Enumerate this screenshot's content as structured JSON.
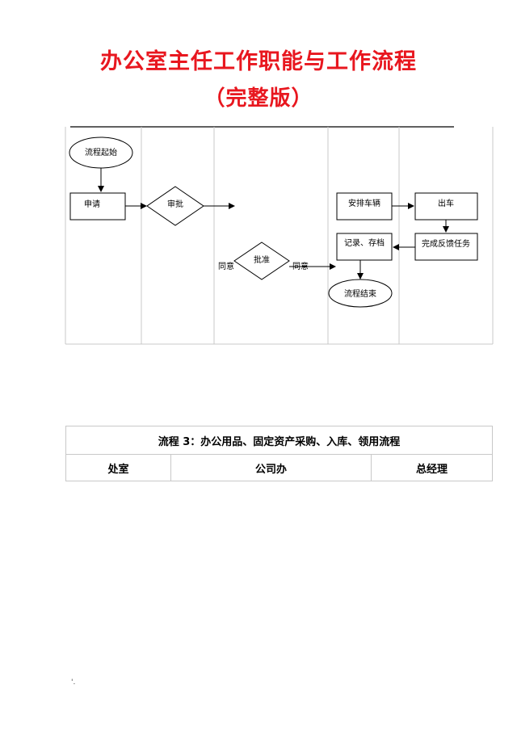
{
  "document": {
    "title_line1": "办公室主任工作职能与工作流程",
    "title_line2": "（完整版）"
  },
  "flowchart": {
    "nodes": {
      "start": "流程起始",
      "apply": "申请",
      "review": "审批",
      "approve": "批准",
      "arrange": "安排车辆",
      "dispatch": "出车",
      "feedback": "完成反馈任务",
      "record": "记录、存档",
      "end": "流程结束"
    },
    "edge_labels": {
      "agree_left": "同意",
      "agree_right": "同意"
    }
  },
  "process3_table": {
    "caption": "流程 3：办公用品、固定资产采购、入库、领用流程",
    "columns": [
      "处室",
      "公司办",
      "总经理"
    ]
  },
  "footer": {
    "mark": "'."
  }
}
